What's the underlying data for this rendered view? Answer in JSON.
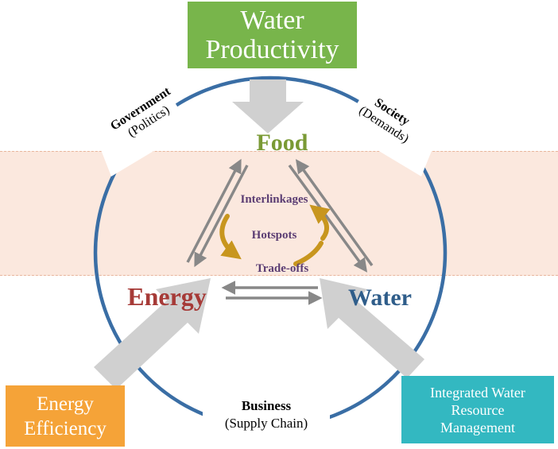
{
  "boxes": {
    "water_productivity": [
      "Water",
      "Productivity"
    ],
    "energy_efficiency": [
      "Energy",
      "Efficiency"
    ],
    "iwrm": [
      "Integrated Water",
      "Resource",
      "Management"
    ]
  },
  "nodes": {
    "food": "Food",
    "energy": "Energy",
    "water": "Water"
  },
  "center": {
    "interlinkages": "Interlinkages",
    "hotspots": "Hotspots",
    "tradeoffs": "Trade-offs"
  },
  "stakeholders": {
    "government": {
      "title": "Government",
      "sub": "(Politics)"
    },
    "society": {
      "title": "Society",
      "sub": "(Demands)"
    },
    "business": {
      "title": "Business",
      "sub": "(Supply Chain)"
    }
  },
  "colors": {
    "circle": "#3a6ea5",
    "band": "#fbe8de",
    "band_border": "#e8b59c",
    "water_productivity": "#78b54b",
    "energy_efficiency": "#f5a338",
    "iwrm": "#33b8c1",
    "food": "#7a9a35",
    "energy": "#a63a37",
    "water": "#2f5d8a",
    "cycle_arrows": "#c8961e",
    "big_arrows": "#d0d0d0",
    "link_arrows": "#8a8a8a"
  }
}
